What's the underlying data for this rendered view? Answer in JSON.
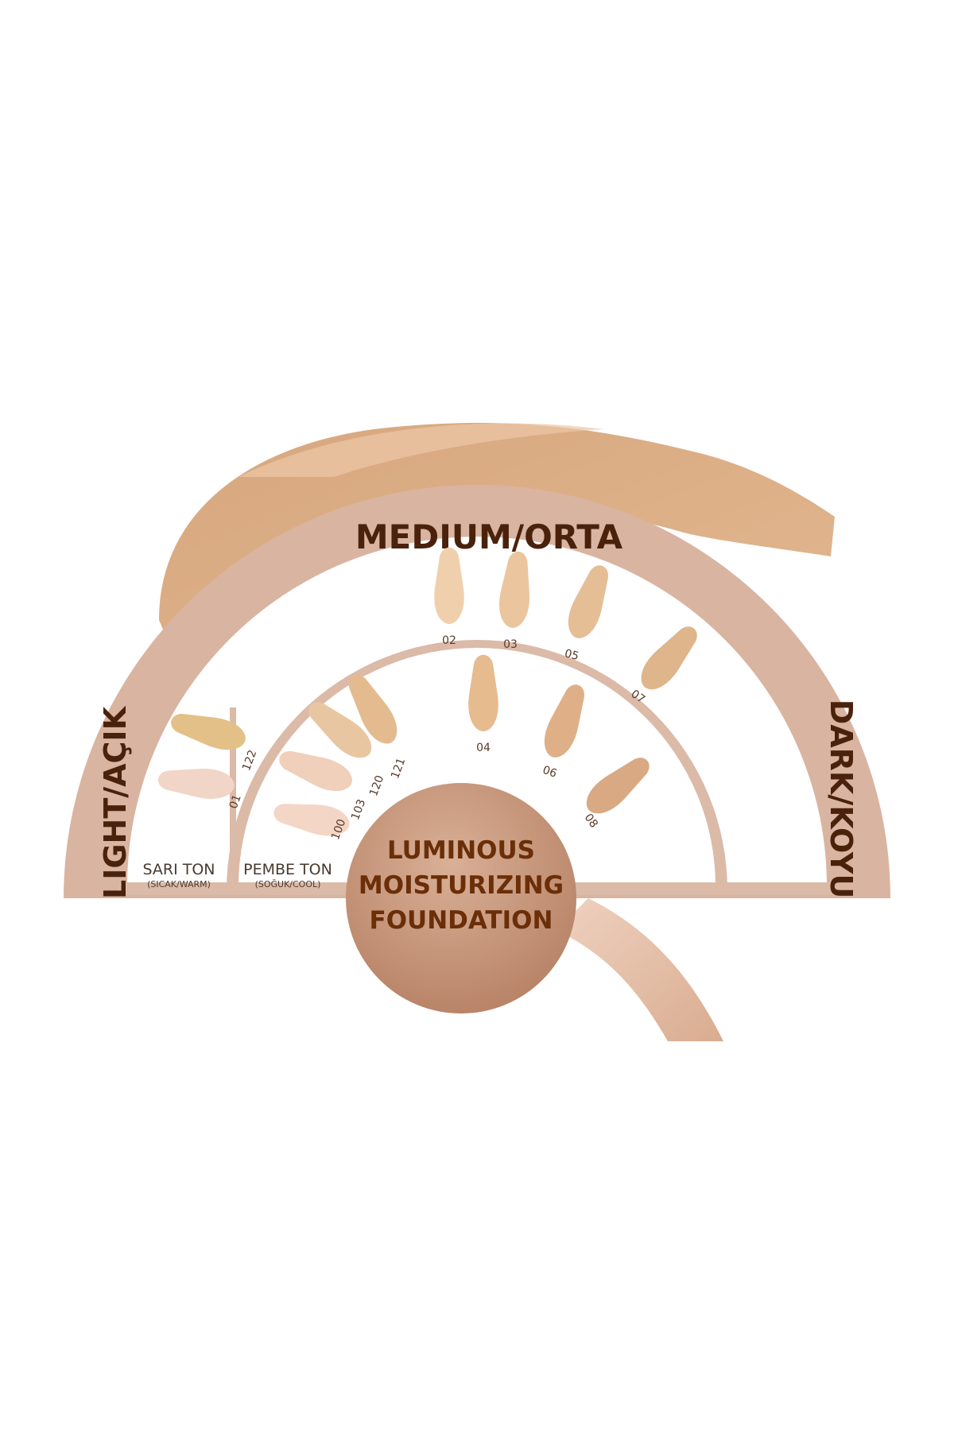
{
  "colors": {
    "background": "#ffffff",
    "band": "#dcb8a6",
    "band_dark": "#c79a82",
    "inner_fill": "#ffffff",
    "center_circle": "#c9987c",
    "heading_text": "#4a220c",
    "center_text": "#6a2e08",
    "swatch_number": "#5a3a28"
  },
  "headings": {
    "medium": "MEDIUM/ORTA",
    "light": "LIGHT/AÇIK",
    "dark": "DARK/KOYU"
  },
  "center": {
    "line1": "LUMINOUS",
    "line2": "MOISTURIZING",
    "line3": "FOUNDATION"
  },
  "tone_groups": {
    "warm": {
      "title": "SARI TON",
      "subtitle": "(SICAK/WARM)"
    },
    "cool": {
      "title": "PEMBE TON",
      "subtitle": "(SOĞUK/COOL)"
    }
  },
  "swatches": [
    {
      "shade": "122",
      "color": "#e3c088"
    },
    {
      "shade": "01",
      "color": "#f1d5c6"
    },
    {
      "shade": "100",
      "color": "#f3d6c6"
    },
    {
      "shade": "103",
      "color": "#f0cfbb"
    },
    {
      "shade": "120",
      "color": "#e9c6a2"
    },
    {
      "shade": "121",
      "color": "#e3bb8e"
    },
    {
      "shade": "02",
      "color": "#f0d0ac"
    },
    {
      "shade": "03",
      "color": "#eac59e"
    },
    {
      "shade": "05",
      "color": "#e5be96"
    },
    {
      "shade": "07",
      "color": "#dfb58b"
    },
    {
      "shade": "04",
      "color": "#e6bb8e"
    },
    {
      "shade": "06",
      "color": "#dfb088"
    },
    {
      "shade": "08",
      "color": "#d9a983"
    }
  ]
}
